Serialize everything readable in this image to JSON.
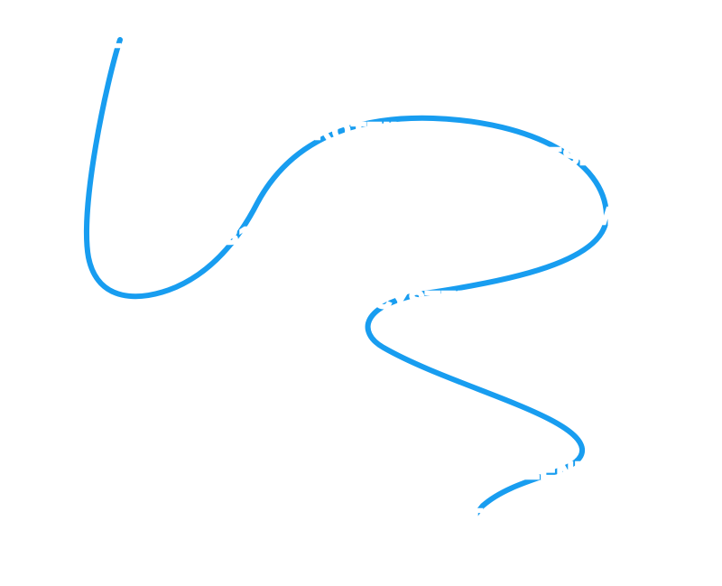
{
  "diagram": {
    "line_color": "#189df0",
    "label_color": "#ffffff",
    "background": "#ffffff",
    "nodes": [
      {
        "id": "folate",
        "label": "FOLATE"
      },
      {
        "id": "water",
        "label": "WATER"
      },
      {
        "id": "b12",
        "label": "B12"
      },
      {
        "id": "protein",
        "label": "PROTEIN"
      },
      {
        "id": "magnesium",
        "label": "MAGNESIUM"
      },
      {
        "id": "same",
        "label": "SAMe"
      },
      {
        "id": "homocysteine",
        "label": "HOMOCYSTEINE"
      },
      {
        "id": "selenium",
        "label": "SELENIUM"
      },
      {
        "id": "glutathione",
        "label": "GLUTATHIONE"
      }
    ]
  }
}
